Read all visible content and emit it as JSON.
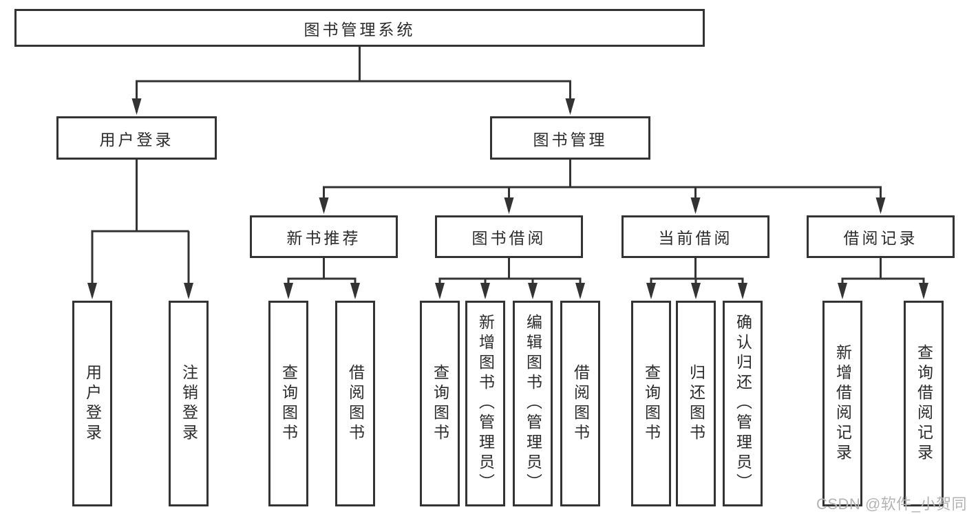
{
  "diagram": {
    "tree": {
      "root": {
        "label": "图书管理系统"
      },
      "user_login": {
        "label": "用户登录",
        "children": [
          {
            "label": "用户登录"
          },
          {
            "label": "注销登录"
          }
        ]
      },
      "book_mgmt": {
        "label": "图书管理",
        "sections": [
          {
            "label": "新书推荐",
            "children": [
              {
                "label": "查询图书"
              },
              {
                "label": "借阅图书"
              }
            ]
          },
          {
            "label": "图书借阅",
            "children": [
              {
                "label": "查询图书"
              },
              {
                "label": "新增图书（管理员）"
              },
              {
                "label": "编辑图书（管理员）"
              },
              {
                "label": "借阅图书"
              }
            ]
          },
          {
            "label": "当前借阅",
            "children": [
              {
                "label": "查询图书"
              },
              {
                "label": "归还图书"
              },
              {
                "label": "确认归还（管理员）"
              }
            ]
          },
          {
            "label": "借阅记录",
            "children": [
              {
                "label": "新增借阅记录"
              },
              {
                "label": "查询借阅记录"
              }
            ]
          }
        ]
      }
    },
    "colors": {
      "line": "#333333",
      "box_border": "#333333",
      "text": "#2b2b2b",
      "background": "#ffffff",
      "watermark": "#b3b3b3"
    },
    "watermark": {
      "text": "CSDN @软件_小贺同学"
    }
  }
}
